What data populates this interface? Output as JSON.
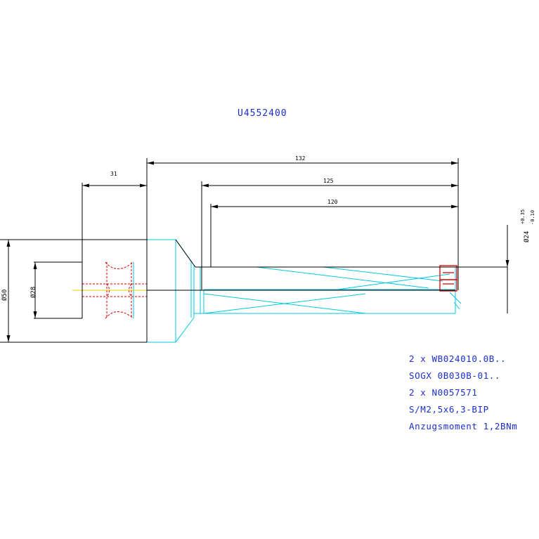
{
  "title": "U4552400",
  "dimensions": {
    "overall_length": "132",
    "length_125": "125",
    "length_120": "120",
    "shank_length": "31",
    "shank_diameter": "Ø50",
    "bore_diameter": "Ø28",
    "tip_diameter": "Ø24",
    "tip_tolerance_upper": "+0.35",
    "tip_tolerance_lower": "-0.10"
  },
  "notes": [
    "2 x WB024010.0B..",
    "SOGX 0B030B-01..",
    "2 x N0057571",
    "S/M2,5x6,3-BIP",
    "Anzugsmoment 1,2BNm"
  ],
  "colors": {
    "dimension": "#000000",
    "body_outline": "#00c8e0",
    "hidden_line": "#e00000",
    "centerline": "#e6d200",
    "text": "#1a2fd0"
  }
}
